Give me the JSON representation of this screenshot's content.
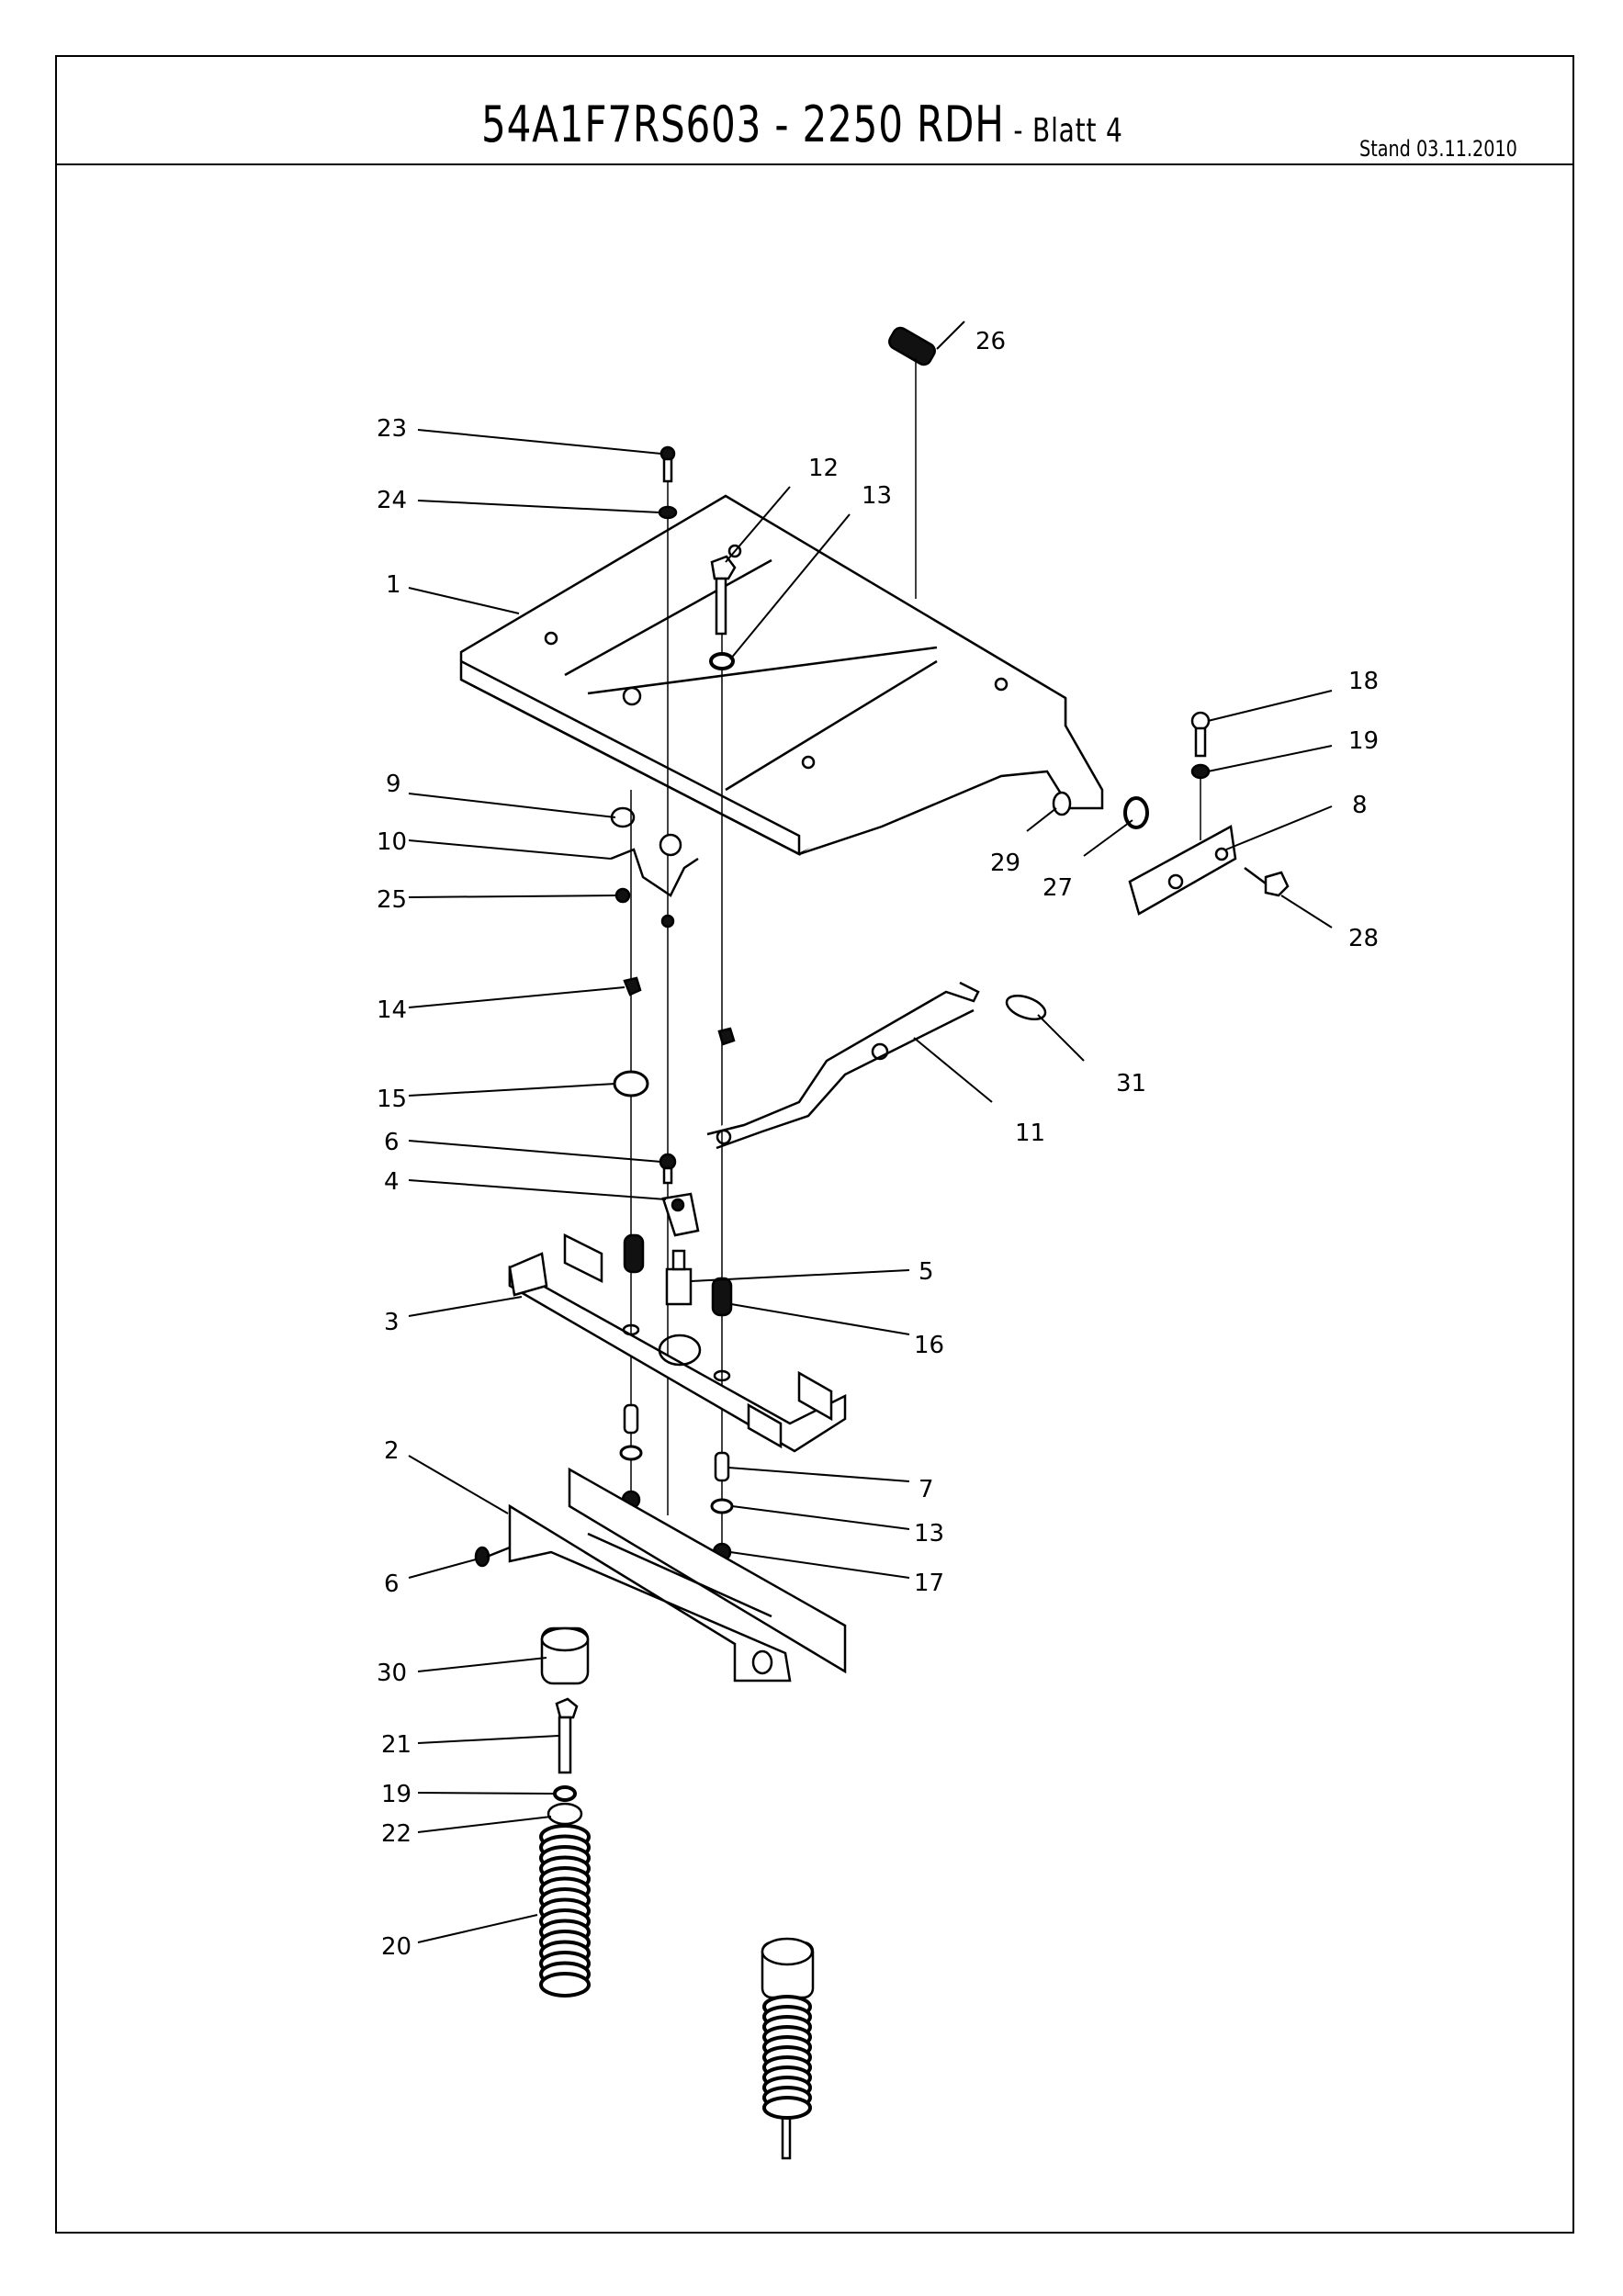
{
  "header": {
    "title_main": "54A1F7RS603 - 2250 RDH",
    "title_sub": " - Blatt 4",
    "stand": "Stand 03.11.2010"
  },
  "callouts": [
    {
      "id": "c26",
      "text": "26"
    },
    {
      "id": "c23",
      "text": "23"
    },
    {
      "id": "c12",
      "text": "12"
    },
    {
      "id": "c13a",
      "text": "13"
    },
    {
      "id": "c24",
      "text": "24"
    },
    {
      "id": "c1",
      "text": "1"
    },
    {
      "id": "c18",
      "text": "18"
    },
    {
      "id": "c19a",
      "text": "19"
    },
    {
      "id": "c9",
      "text": "9"
    },
    {
      "id": "c8",
      "text": "8"
    },
    {
      "id": "c10",
      "text": "10"
    },
    {
      "id": "c29",
      "text": "29"
    },
    {
      "id": "c27",
      "text": "27"
    },
    {
      "id": "c25",
      "text": "25"
    },
    {
      "id": "c28",
      "text": "28"
    },
    {
      "id": "c14",
      "text": "14"
    },
    {
      "id": "c15",
      "text": "15"
    },
    {
      "id": "c31",
      "text": "31"
    },
    {
      "id": "c11",
      "text": "11"
    },
    {
      "id": "c6a",
      "text": "6"
    },
    {
      "id": "c4",
      "text": "4"
    },
    {
      "id": "c5",
      "text": "5"
    },
    {
      "id": "c3",
      "text": "3"
    },
    {
      "id": "c16",
      "text": "16"
    },
    {
      "id": "c2",
      "text": "2"
    },
    {
      "id": "c7",
      "text": "7"
    },
    {
      "id": "c13b",
      "text": "13"
    },
    {
      "id": "c6b",
      "text": "6"
    },
    {
      "id": "c17",
      "text": "17"
    },
    {
      "id": "c30",
      "text": "30"
    },
    {
      "id": "c21",
      "text": "21"
    },
    {
      "id": "c19b",
      "text": "19"
    },
    {
      "id": "c22",
      "text": "22"
    },
    {
      "id": "c20",
      "text": "20"
    }
  ]
}
